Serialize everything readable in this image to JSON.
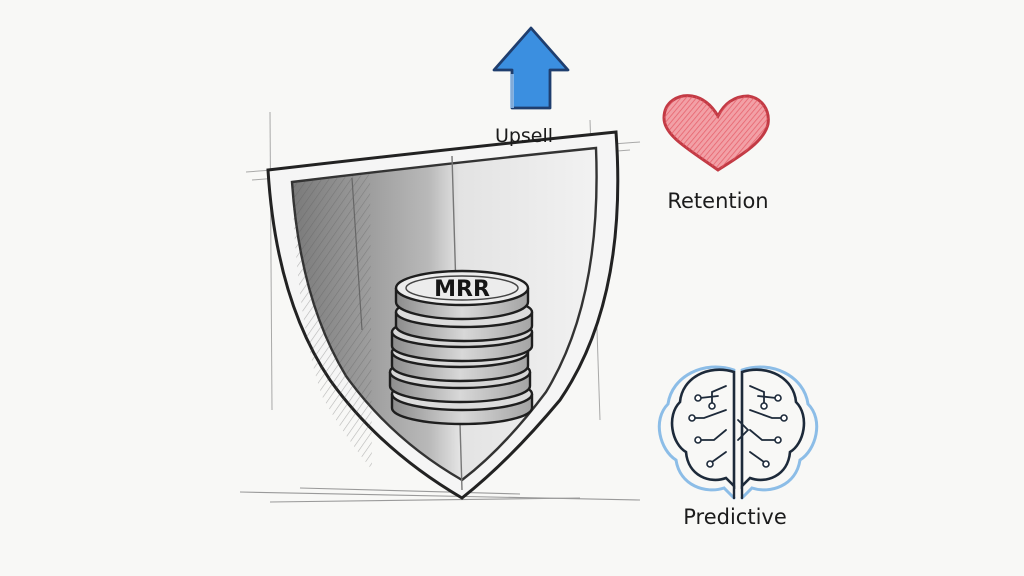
{
  "labels": {
    "mrr": "MRR",
    "upsell": "Upsell",
    "retention": "Retention",
    "predictive": "Predictive"
  },
  "icons": {
    "shield": "shield-icon",
    "coins": "coin-stack-icon",
    "arrow": "arrow-up-icon",
    "heart": "heart-icon",
    "brain": "brain-circuit-icon"
  },
  "colors": {
    "background": "#f8f8f6",
    "ink": "#1c1c1c",
    "arrow_blue": "#3b8fe0",
    "heart_red": "#e4545f",
    "brain_blue": "#7fb6e6"
  }
}
